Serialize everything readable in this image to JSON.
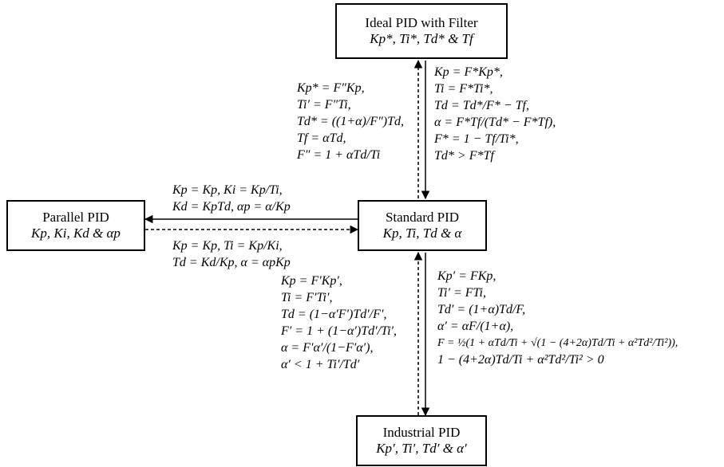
{
  "nodes": {
    "ideal": {
      "title": "Ideal PID with Filter",
      "params": "Kp*, Ti*, Td* & Tf"
    },
    "standard": {
      "title": "Standard PID",
      "params": "Kp, Ti, Td & α"
    },
    "parallel": {
      "title": "Parallel PID",
      "params": "Kp, Ki, Kd & αp"
    },
    "industrial": {
      "title": "Industrial PID",
      "params": "Kp′, Ti′, Td′ & α′"
    }
  },
  "edges": {
    "standard_to_ideal": [
      "Kp* = F″Kp,",
      "Ti′ = F″Ti,",
      "Td* = ((1+α)/F″)Td,",
      "Tf = αTd,",
      "F″ = 1 + αTd/Ti"
    ],
    "ideal_to_standard": [
      "Kp = F*Kp*,",
      "Ti = F*Ti*,",
      "Td = Td*/F* − Tf,",
      "α = F*Tf/(Td* − F*Tf),",
      "F* = 1 − Tf/Ti*,",
      "Td* > F*Tf"
    ],
    "standard_to_parallel": [
      "Kp = Kp, Ki = Kp/Ti,",
      "Kd = KpTd, αp = α/Kp"
    ],
    "parallel_to_standard": [
      "Kp = Kp, Ti = Kp/Ki,",
      "Td = Kd/Kp, α = αpKp"
    ],
    "industrial_to_standard": [
      "Kp = F′Kp′,",
      "Ti = F′Ti′,",
      "Td = (1−α′F′)Td′/F′,",
      "F′ = 1 + (1−α′)Td′/Ti′,",
      "α = F′α′/(1−F′α′),",
      "α′ < 1 + Ti′/Td′"
    ],
    "standard_to_industrial": [
      "Kp′ = FKp,",
      "Ti′ = FTi,",
      "Td′ = (1+α)Td/F,",
      "α′ = αF/(1+α),",
      "F = ½(1 + αTd/Ti + √(1 − (4+2α)Td/Ti + α²Td²/Ti²)),",
      "1 − (4+2α)Td/Ti + α²Td²/Ti² > 0"
    ]
  },
  "colors": {
    "line": "#000000",
    "background": "#ffffff"
  }
}
